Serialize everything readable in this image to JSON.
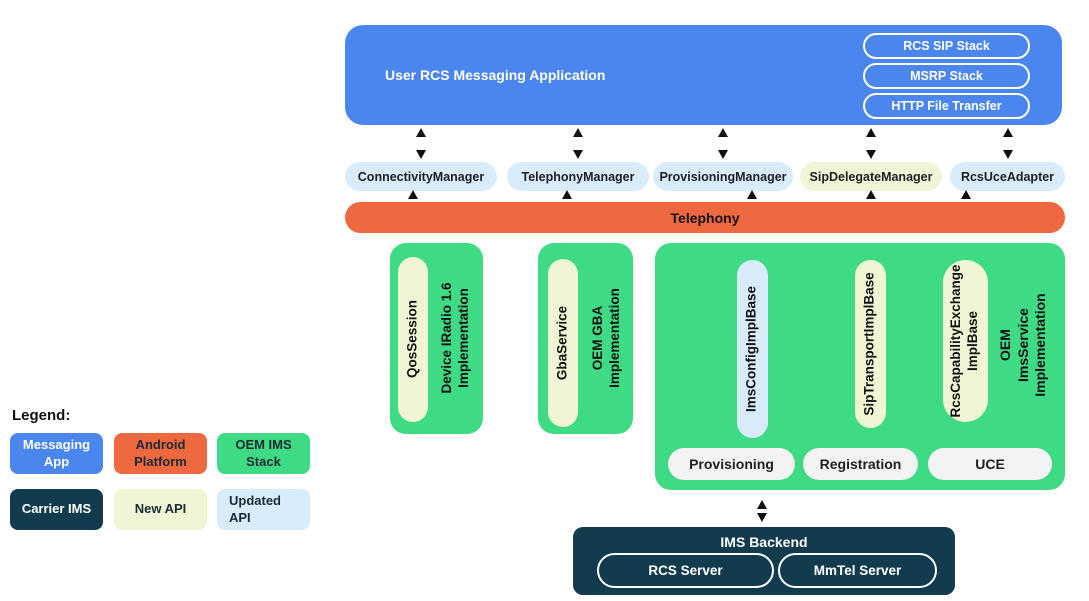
{
  "legend": {
    "title": "Legend:",
    "items": [
      {
        "label": "Messaging App",
        "color_key": "messaging_app"
      },
      {
        "label": "Android Platform",
        "color_key": "android_platform"
      },
      {
        "label": "OEM IMS Stack",
        "color_key": "oem_ims_stack"
      },
      {
        "label": "Carrier IMS",
        "color_key": "carrier_ims"
      },
      {
        "label": "New API",
        "color_key": "new_api"
      },
      {
        "label": "Updated API",
        "color_key": "updated_api"
      }
    ]
  },
  "messaging_app": {
    "title": "User RCS Messaging Application",
    "stacks": [
      "RCS SIP Stack",
      "MSRP Stack",
      "HTTP File Transfer"
    ]
  },
  "managers": [
    "ConnectivityManager",
    "TelephonyManager",
    "ProvisioningManager",
    "SipDelegateManager",
    "RcsUceAdapter"
  ],
  "telephony": {
    "label": "Telephony"
  },
  "oem": {
    "radio": {
      "api": "QosSession",
      "impl": "Device IRadio 1.6\nImplementation"
    },
    "gba": {
      "api": "GbaService",
      "impl": "OEM GBA\nImplementation"
    },
    "ims_service": {
      "apis": [
        "ImsConfigImplBase",
        "SipTransportImplBase",
        "RcsCapabilityExchange\nImplBase"
      ],
      "impl": "OEM ImsService\nImplementation",
      "functions": [
        "Provisioning",
        "Registration",
        "UCE"
      ]
    }
  },
  "ims_backend": {
    "title": "IMS Backend",
    "servers": [
      "RCS Server",
      "MmTel Server"
    ]
  },
  "colors": {
    "messaging_app": "#4a86ee",
    "android_platform": "#ee6840",
    "oem_ims_stack": "#3edb84",
    "carrier_ims": "#123b4e",
    "new_api": "#f0f6d5",
    "updated_api": "#d8ecfc"
  }
}
